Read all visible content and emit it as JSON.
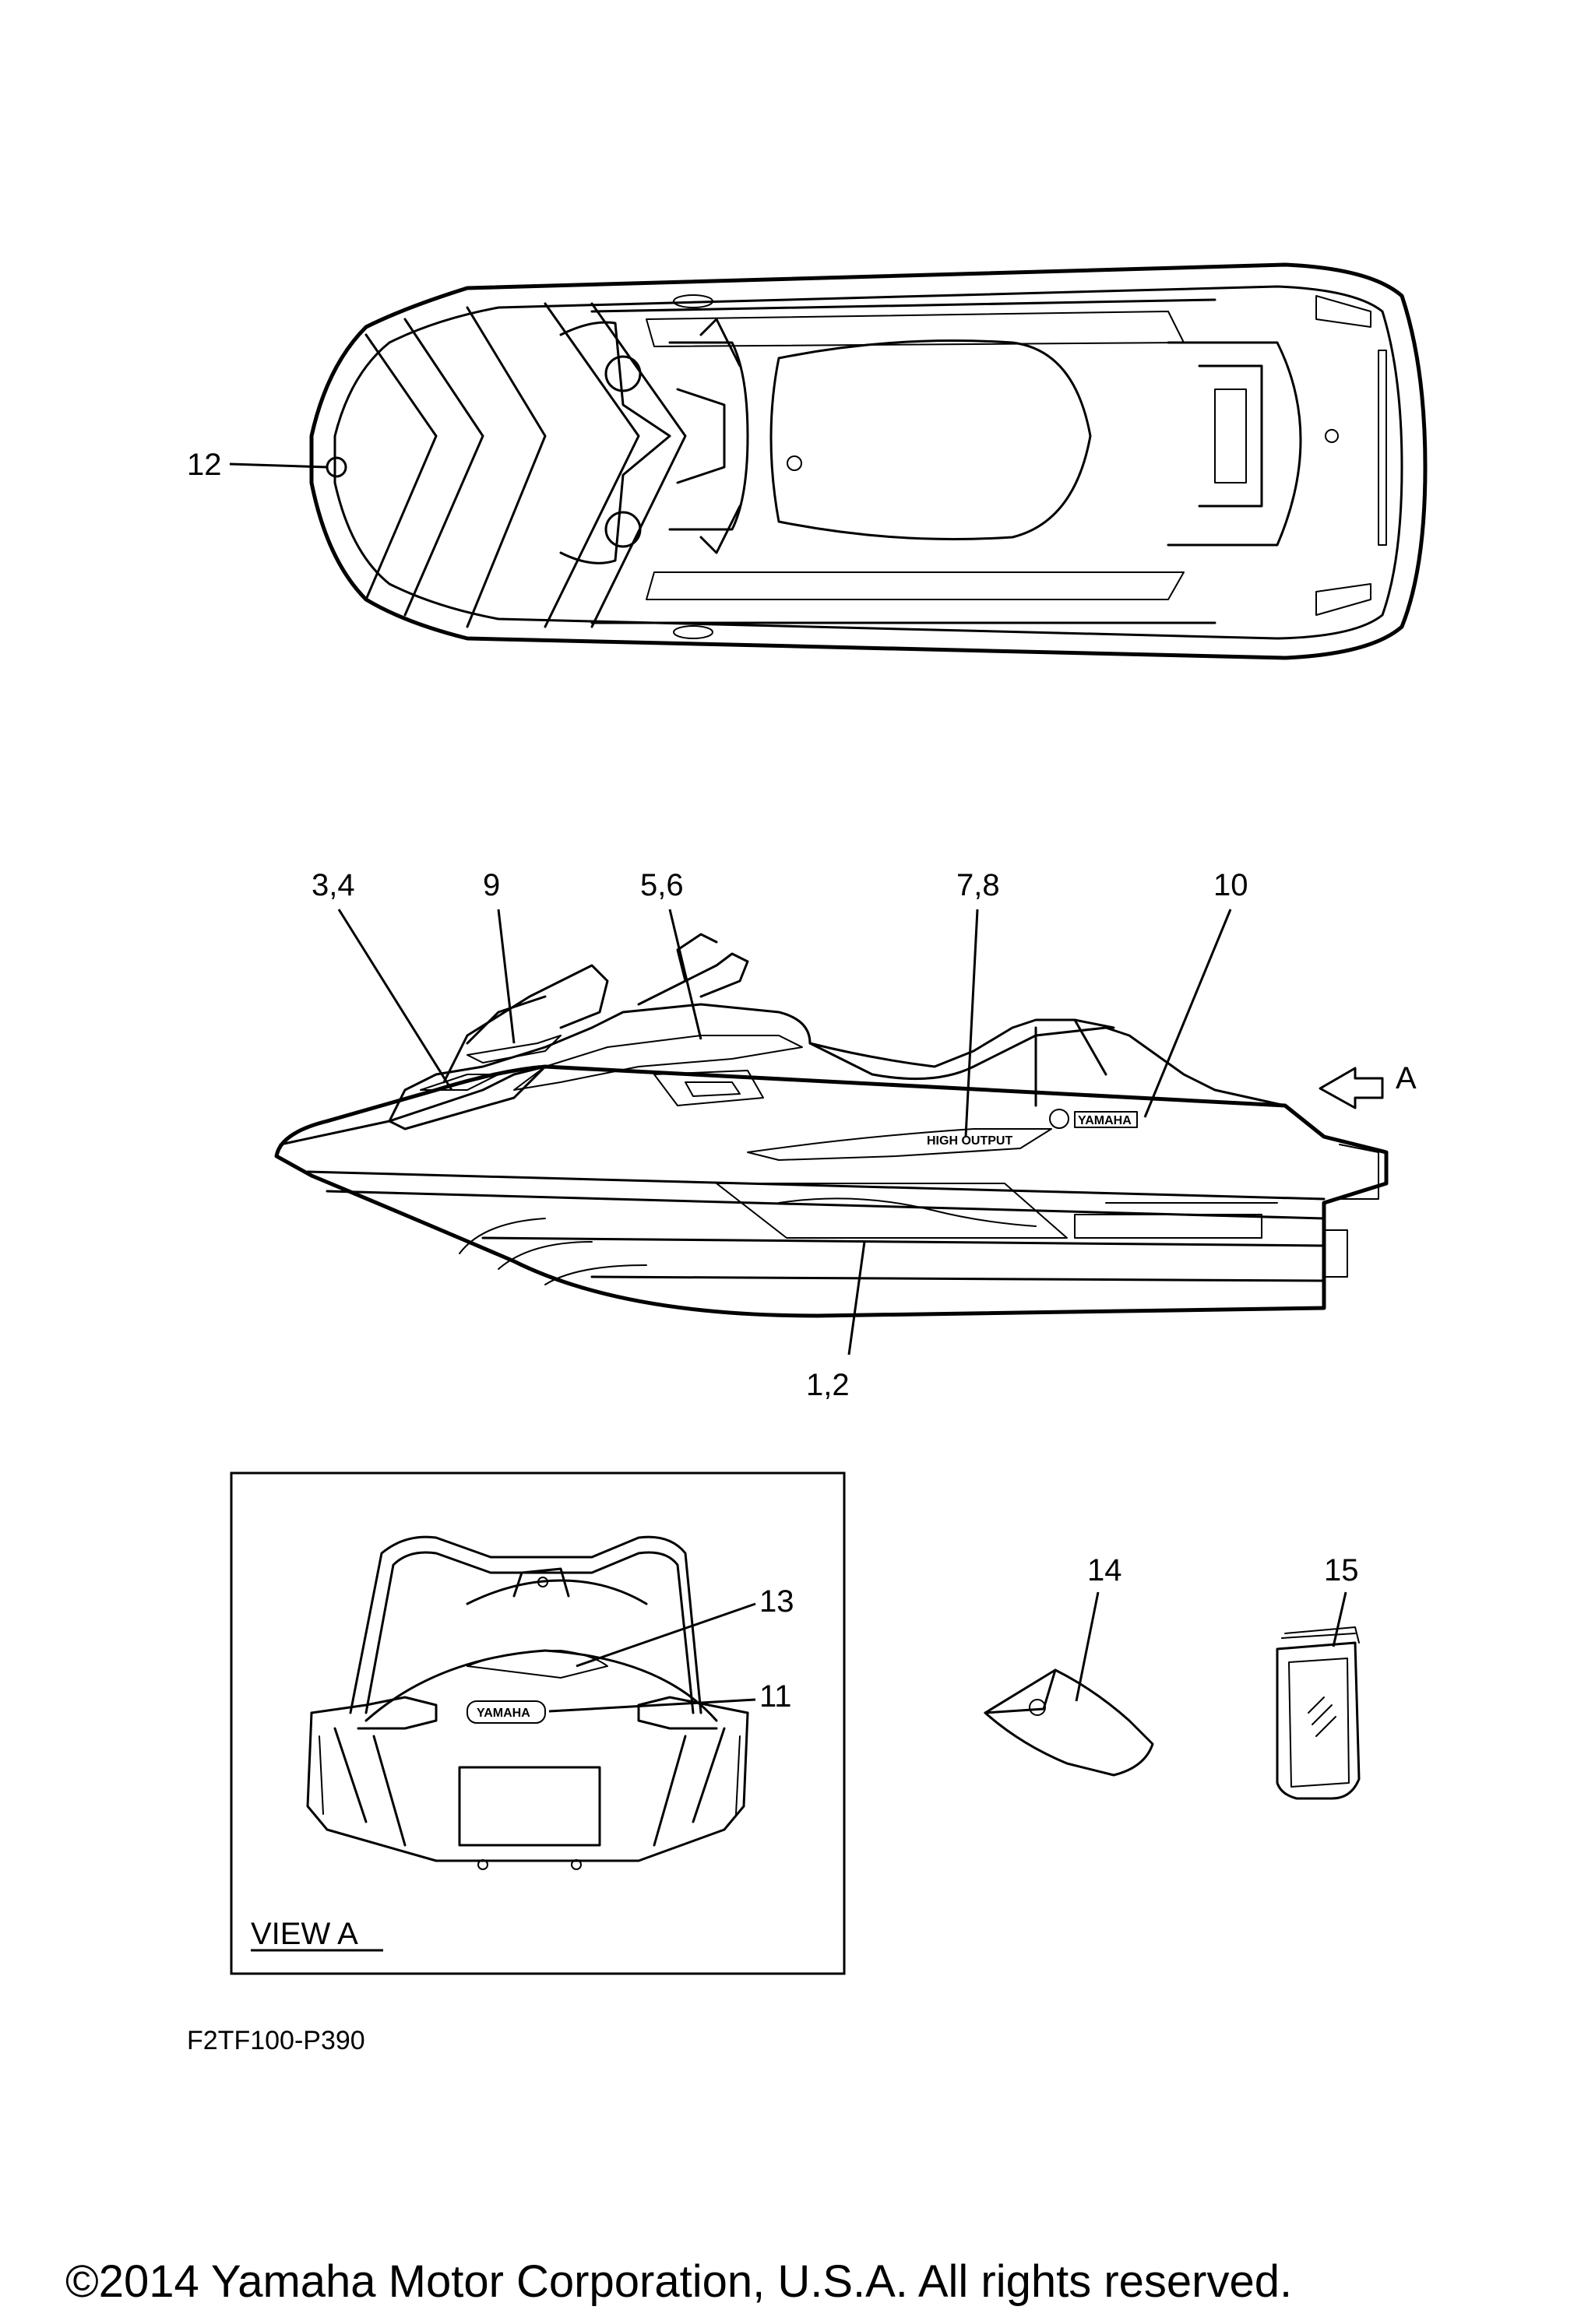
{
  "callouts": {
    "c12": "12",
    "c34": "3,4",
    "c9": "9",
    "c56": "5,6",
    "c78": "7,8",
    "c10": "10",
    "c12b": "1,2",
    "cA": "A",
    "c13": "13",
    "c11": "11",
    "c14": "14",
    "c15": "15"
  },
  "view_a_label": "VIEW A",
  "diagram_code": "F2TF100-P390",
  "copyright": "©2014 Yamaha Motor Corporation, U.S.A. All rights reserved.",
  "decals": {
    "side_logo": "YAMAHA",
    "rear_logo": "YAMAHA",
    "high_output": "HIGH OUTPUT"
  },
  "icons": {
    "arrow_a": "view-direction-arrow-icon",
    "decal_sheet": "decal-sheet-icon",
    "manual_bag": "manual-bag-icon"
  }
}
